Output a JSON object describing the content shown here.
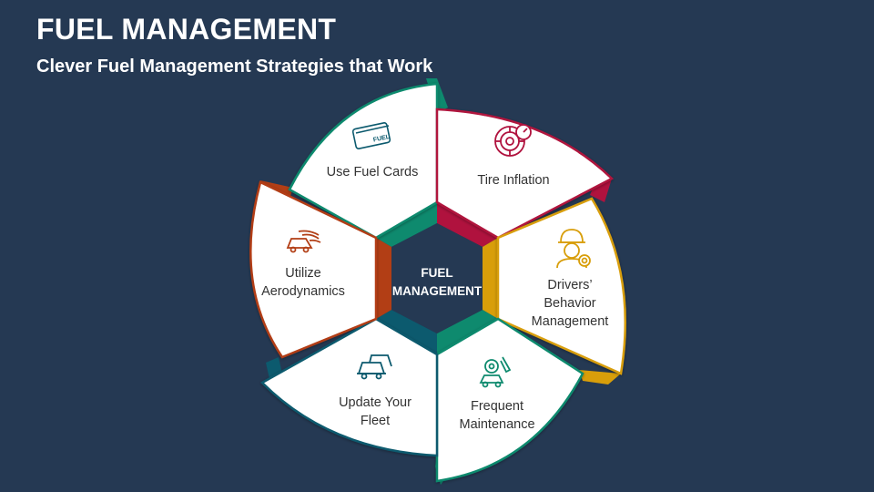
{
  "header": {
    "title": "FUEL MANAGEMENT",
    "subtitle": "Clever Fuel Management Strategies that Work"
  },
  "center": {
    "line1": "FUEL",
    "line2": "MANAGEMENT"
  },
  "colors": {
    "background": "#253953",
    "green": "#0E8A6E",
    "crimson": "#B0123E",
    "gold": "#D89E0A",
    "teal": "#0C5A6E",
    "rust": "#B23E15",
    "hub": "#253953"
  },
  "segments": [
    {
      "name": "fuel-cards",
      "lines": [
        "Use Fuel Cards"
      ],
      "icon": "fuel-card-icon",
      "color": "#0E8A6E",
      "icon_label": "FUEL"
    },
    {
      "name": "tire-inflation",
      "lines": [
        "Tire Inflation"
      ],
      "icon": "tire-gauge-icon",
      "color": "#B0123E"
    },
    {
      "name": "drivers-behavior",
      "lines": [
        "Drivers’",
        "Behavior",
        "Management"
      ],
      "icon": "driver-icon",
      "color": "#D89E0A"
    },
    {
      "name": "frequent-maintenance",
      "lines": [
        "Frequent",
        "Maintenance"
      ],
      "icon": "car-repair-icon",
      "color": "#0E8A6E"
    },
    {
      "name": "update-fleet",
      "lines": [
        "Update Your",
        "Fleet"
      ],
      "icon": "fleet-icon",
      "color": "#0C5A6E"
    },
    {
      "name": "aerodynamics",
      "lines": [
        "Utilize",
        "Aerodynamics"
      ],
      "icon": "aerodynamic-car-icon",
      "color": "#B23E15"
    }
  ]
}
